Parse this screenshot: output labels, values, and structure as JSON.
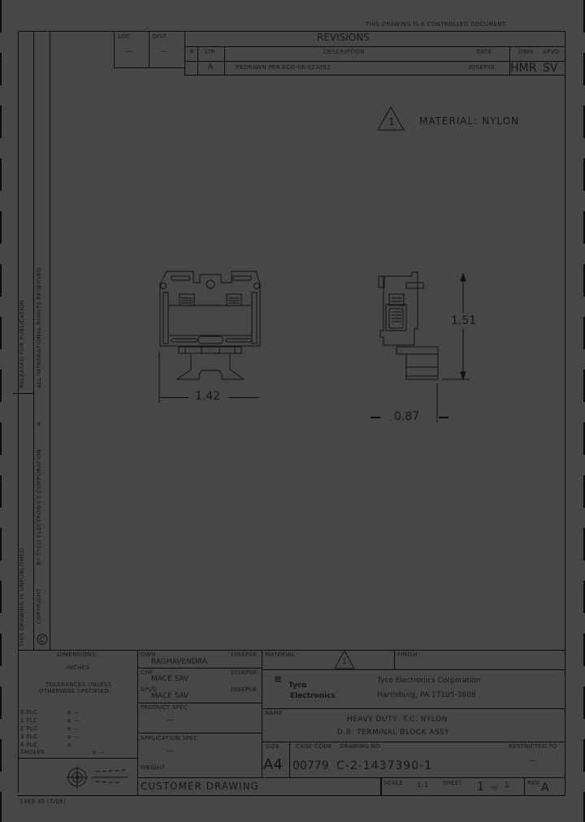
{
  "header": {
    "controlled_notice": "THIS DRAWING IS A CONTROLLED DOCUMENT."
  },
  "loc_dist": {
    "loc_label": "LOC",
    "loc_value": "—",
    "dist_label": "DIST",
    "dist_value": "—"
  },
  "revisions": {
    "title": "REVISIONS",
    "columns": [
      "P",
      "LTR",
      "DESCRIPTION",
      "DATE",
      "DWN",
      "APVD"
    ],
    "rows": [
      {
        "p": "",
        "ltr": "A",
        "description": "REDRAWN PER ECO-08-023052",
        "date": "30SEP08",
        "dwn": "HMR",
        "apvd": "SV"
      }
    ]
  },
  "note": {
    "flag_number": "1",
    "text": "MATERIAL: NYLON"
  },
  "views": {
    "front": {
      "dimension_width": "1.42"
    },
    "side": {
      "dimension_height": "1.51",
      "dimension_depth": "0.87"
    }
  },
  "side_margin": {
    "released": "RELEASED FOR PUBLICATION",
    "rights": "ALL INTERNATIONAL RIGHTS RESERVED.",
    "unpublished": "THIS DRAWING IS UNPUBLISHED.",
    "copyright": "COPYRIGHT",
    "year_mark": "A",
    "by": "BY TYCO ELECTRONICS CORPORATION."
  },
  "title_block": {
    "dimensions_label": "DIMENSIONS:",
    "units": "INCHES",
    "tolerances_1": "TOLERANCES UNLESS",
    "tolerances_2": "OTHERWISE SPECIFIED:",
    "tolerance_rows": [
      {
        "label": "0 PLC",
        "value": "± —"
      },
      {
        "label": "1 PLC",
        "value": "± —"
      },
      {
        "label": "2 PLC",
        "value": "± —"
      },
      {
        "label": "3 PLC",
        "value": "± —"
      },
      {
        "label": "4 PLC",
        "value": "±"
      },
      {
        "label": "ANGLES",
        "value": "± —"
      }
    ],
    "dwn_label": "DWN",
    "dwn_name": "RAGHAVENDRA",
    "dwn_date": "30SEP08",
    "chk_label": "CHK",
    "chk_name": "MACE SAV",
    "chk_date": "30SEP08",
    "apvd_label": "APVD",
    "apvd_name": "MACE SAV",
    "apvd_date": "30SEP08",
    "product_spec_label": "PRODUCT SPEC",
    "product_spec_value": "—",
    "application_spec_label": "APPLICATION SPEC",
    "application_spec_value": "—",
    "weight_label": "WEIGHT",
    "customer_drawing": "CUSTOMER DRAWING",
    "material_label": "MATERIAL",
    "material_flag": "1",
    "finish_label": "FINISH",
    "company_logo_line1": "Tyco",
    "company_logo_line2": "Electronics",
    "company_name": "Tyco Electronics Corporation",
    "company_address": "Harrisburg, PA 17105-3608",
    "name_label": "NAME",
    "name_line1": "HEAVY DUTY, T.C. NYLON",
    "name_line2": "D.B. TERMINAL BLOCK ASSY",
    "size_label": "SIZE",
    "size_value": "A4",
    "cage_label": "CAGE CODE",
    "drawing_no_label": "DRAWING NO",
    "cage_value": "00779",
    "drawing_no": "C-2-1437390-1",
    "restricted_label": "RESTRICTED TO",
    "restricted_value": "—",
    "scale_label": "SCALE",
    "scale_value": "1:1",
    "sheet_label": "SHEET",
    "sheet_value": "1",
    "sheet_of": "of",
    "sheet_total": "1",
    "rev_label": "REV",
    "rev_value": "A",
    "form_number": "1463-35 (7/08)"
  }
}
